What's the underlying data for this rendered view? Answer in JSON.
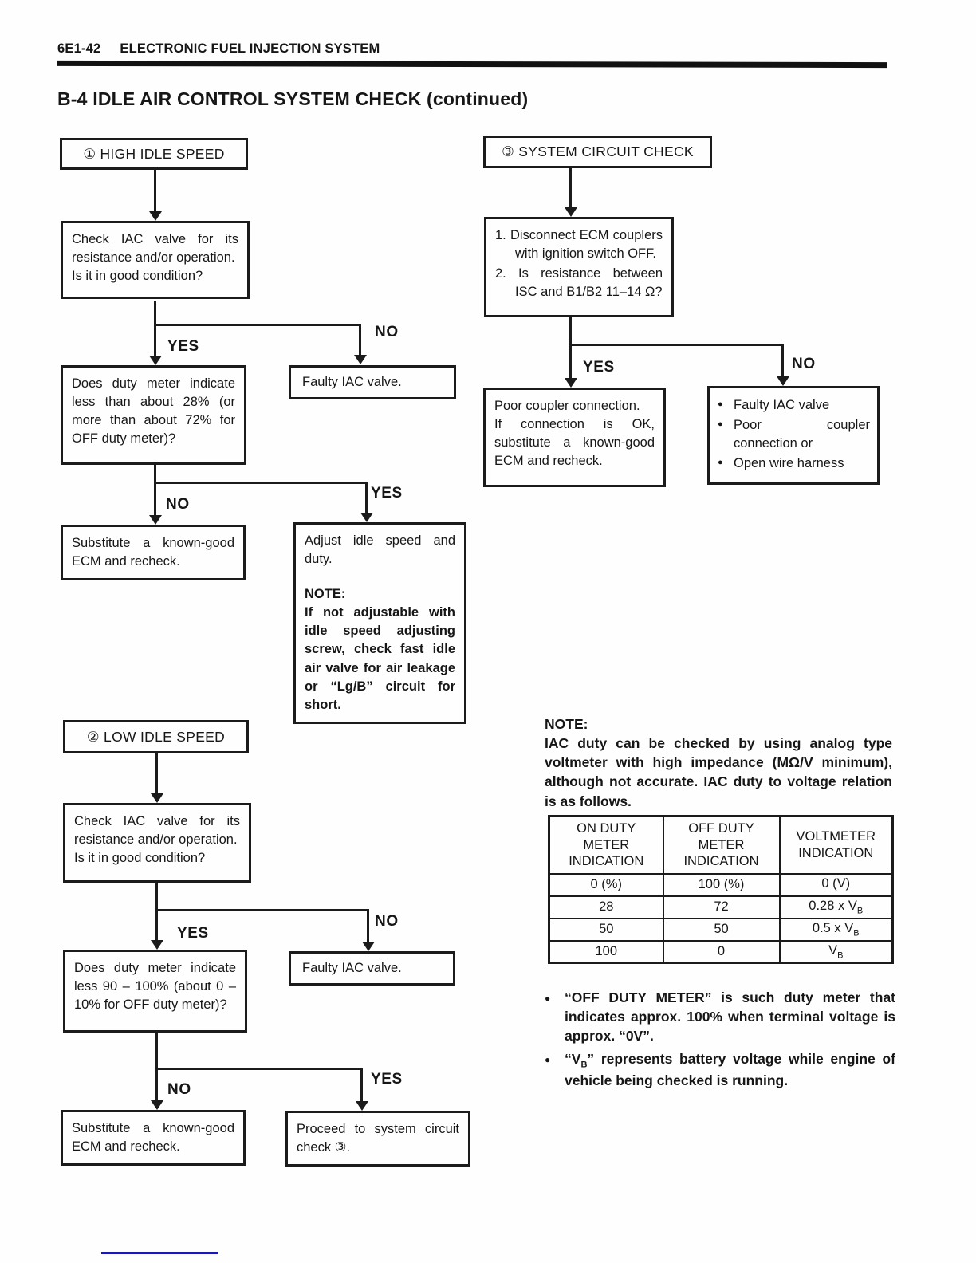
{
  "header": {
    "code": "6E1-42",
    "title": "ELECTRONIC FUEL INJECTION SYSTEM"
  },
  "section_title": "B-4  IDLE AIR CONTROL SYSTEM CHECK (continued)",
  "labels": {
    "yes": "YES",
    "no": "NO"
  },
  "chart1": {
    "title": "① HIGH IDLE SPEED",
    "check": "Check IAC valve for its resistance and/or operation.\nIs it in good condition?",
    "duty": "Does duty meter indicate less than about 28% (or more than about 72% for OFF duty meter)?",
    "faulty": "Faulty IAC valve.",
    "substitute": "Substitute a known-good ECM and recheck.",
    "adjust": "Adjust idle speed and duty.",
    "note_label": "NOTE:",
    "note_text": "If not adjustable with idle speed adjusting screw, check fast idle air valve for air leakage or “Lg/B” circuit for short."
  },
  "chart3": {
    "title": "③ SYSTEM CIRCUIT CHECK",
    "steps": [
      "1. Disconnect ECM couplers with ignition switch OFF.",
      "2. Is resistance between ISC and B1/B2 11–14 Ω?"
    ],
    "poor": "Poor coupler connection.\nIf connection is OK, substitute a known-good ECM and recheck.",
    "no_items": [
      "Faulty IAC valve",
      "Poor coupler connection or",
      "Open wire harness"
    ]
  },
  "chart2": {
    "title": "② LOW IDLE SPEED",
    "check": "Check IAC valve for its resistance and/or operation.\nIs it in good condition?",
    "duty": "Does duty meter indicate less 90 – 100% (about 0 – 10% for OFF duty meter)?",
    "faulty": "Faulty IAC valve.",
    "substitute": "Substitute a known-good ECM and recheck.",
    "proceed": "Proceed to system circuit check ③."
  },
  "note": {
    "label": "NOTE:",
    "text": "IAC duty can be checked by using analog type voltmeter with high impedance (MΩ/V minimum), although not accurate. IAC duty to voltage relation is as follows."
  },
  "table": {
    "headers": [
      "ON DUTY\nMETER\nINDICATION",
      "OFF DUTY\nMETER\nINDICATION",
      "VOLTMETER\nINDICATION"
    ],
    "rows": [
      {
        "on": "0 (%)",
        "off": "100 (%)",
        "volt": "0 (V)",
        "volt_sub": ""
      },
      {
        "on": "28",
        "off": "72",
        "volt": "0.28 x V",
        "volt_sub": "B"
      },
      {
        "on": "50",
        "off": "50",
        "volt": "0.5 x V",
        "volt_sub": "B"
      },
      {
        "on": "100",
        "off": "0",
        "volt": "V",
        "volt_sub": "B"
      }
    ]
  },
  "footnotes": [
    {
      "pre": "“OFF DUTY METER” is such duty meter that indicates approx. 100% when terminal voltage is approx. “0V”.",
      "sub": "",
      "post": ""
    },
    {
      "pre": "“V",
      "sub": "B",
      "post": "” represents battery voltage while engine of vehicle being checked is running."
    }
  ]
}
